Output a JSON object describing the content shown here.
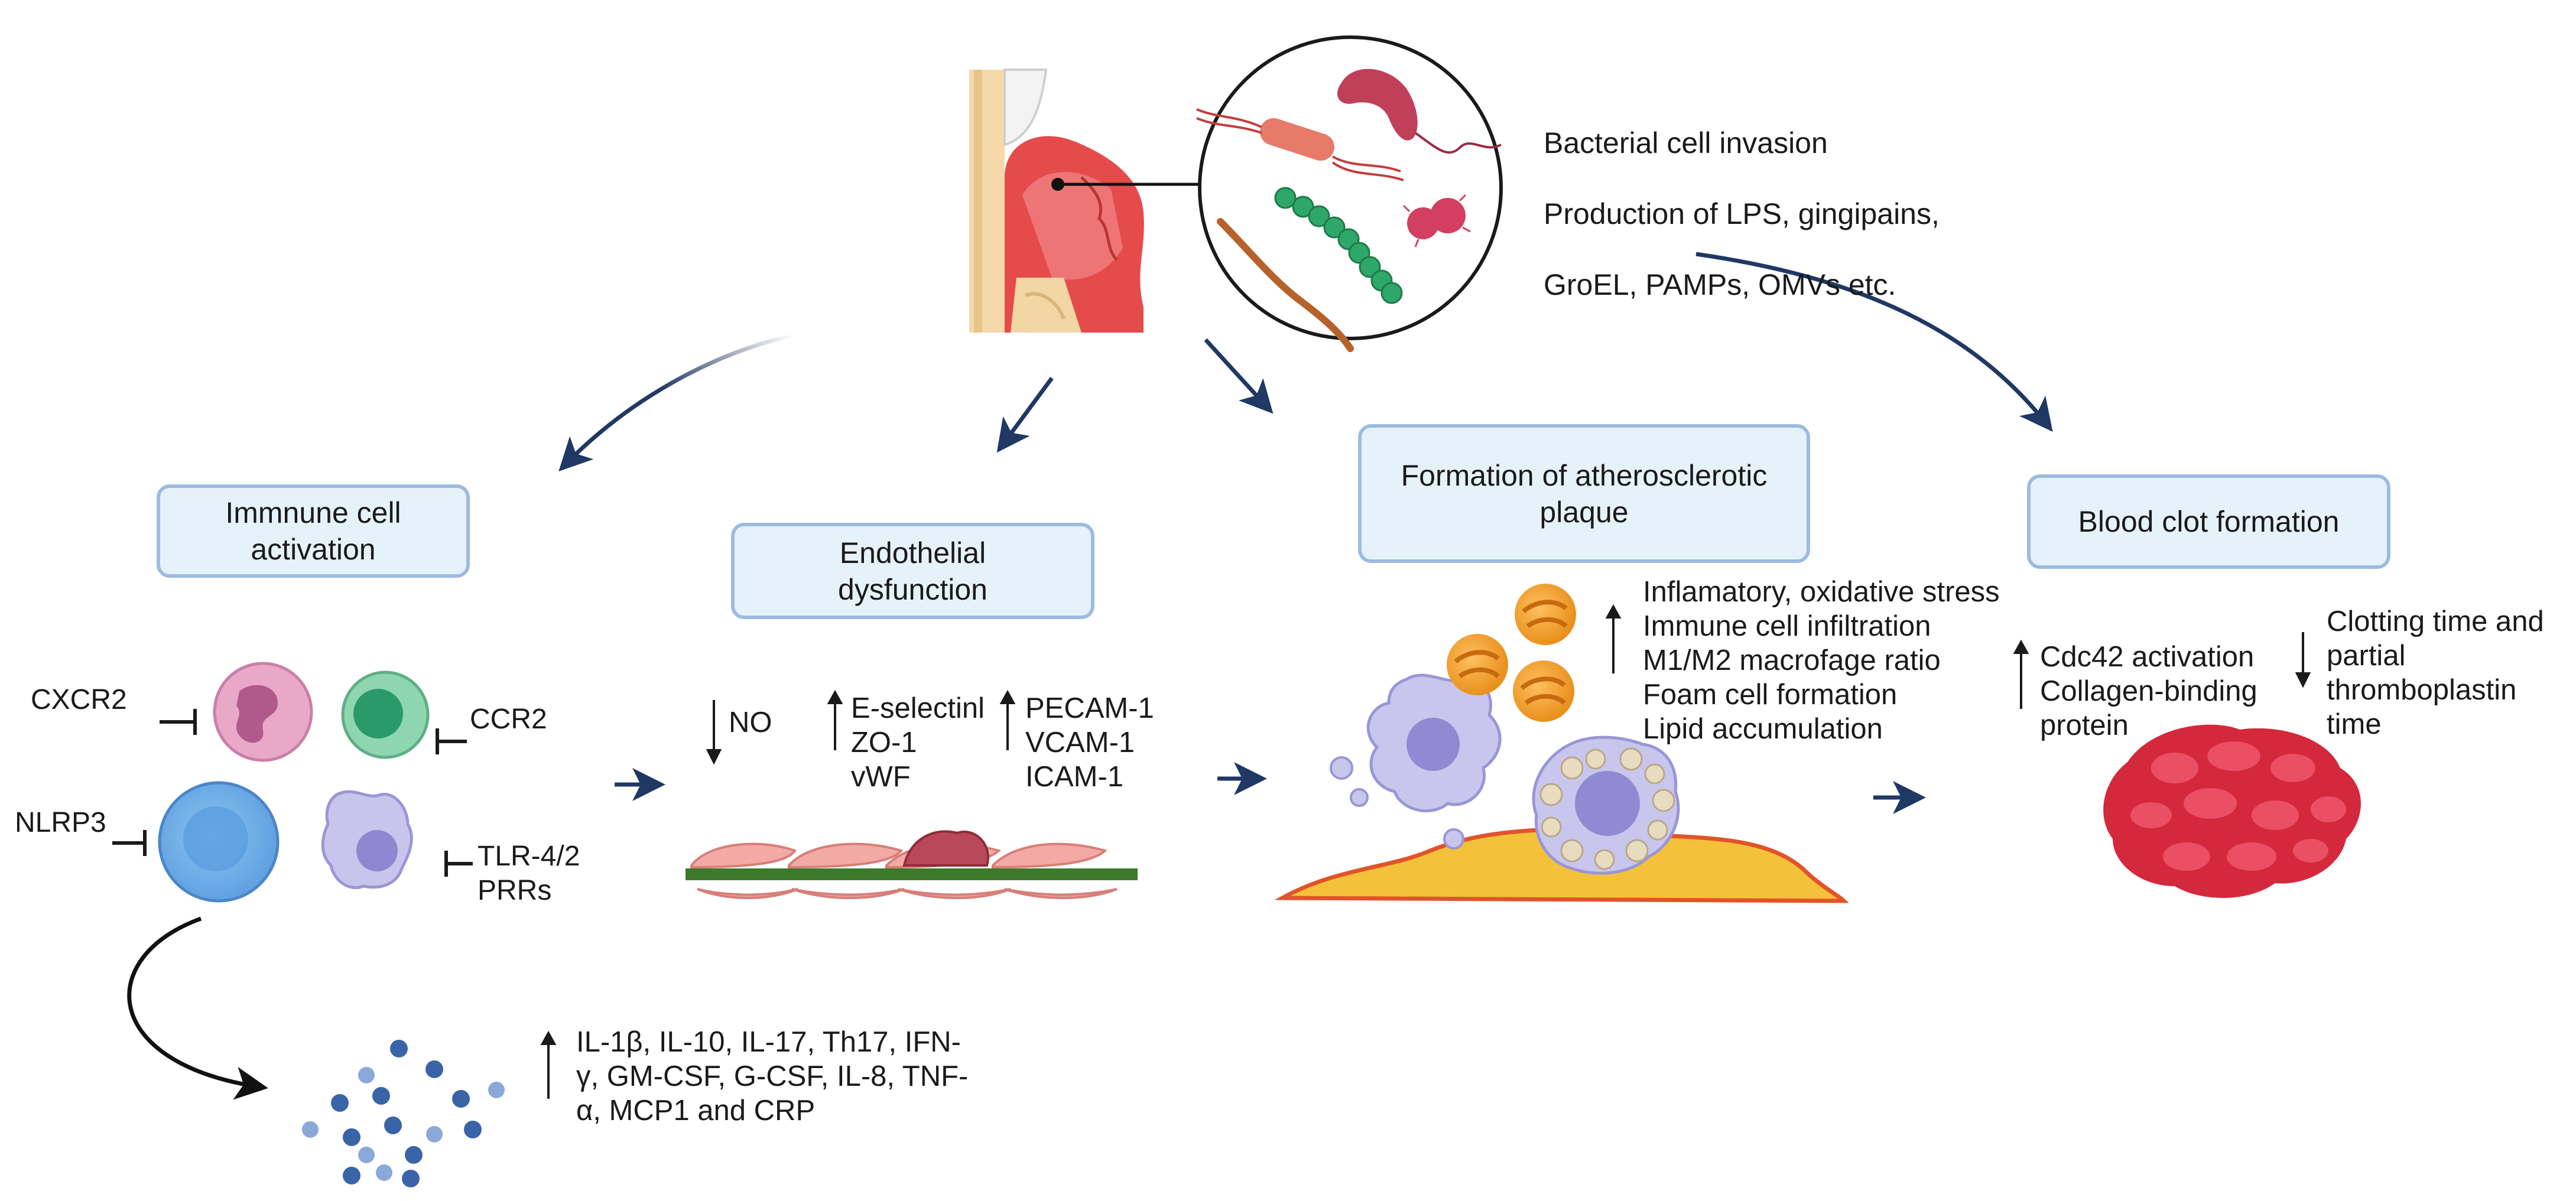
{
  "bacteria_text": {
    "line1": "Bacterial cell invasion",
    "line2": "Production of LPS, gingipains,",
    "line3": "GroEL, PAMPs, OMVs etc."
  },
  "boxes": {
    "immune": "Immnune cell activation",
    "endothelial": "Endothelial dysfunction",
    "plaque": "Formation of atherosclerotic plaque",
    "clot": "Blood clot formation"
  },
  "receptors": {
    "cxcr2": "CXCR2",
    "ccr2": "CCR2",
    "nlrp3": "NLRP3",
    "tlr": "TLR-4/2",
    "prrs": "PRRs"
  },
  "cytokines": "IL-1β, IL-10, IL-17, Th17, IFN-\nγ, GM-CSF, G-CSF, IL-8, TNF-\nα,  MCP1 and CRP",
  "endothelial_markers": {
    "no": "NO",
    "group1": "E-selectinl\nZO-1\nvWF",
    "group2": "PECAM-1\nVCAM-1\nICAM-1"
  },
  "plaque_effects": "Inflamatory, oxidative stress\nImmune cell infiltration\nM1/M2 macrofage ratio\nFoam cell formation\nLipid accumulation",
  "clot_effects": {
    "up": "Cdc42 activation\nCollagen-binding\nprotein",
    "down": "Clotting time and\npartial\nthromboplastin\ntime"
  },
  "colors": {
    "box_fill": "#e6f2fa",
    "box_border": "#9dbbe0",
    "arrow": "#1f3864",
    "gum": "#e64b4b",
    "clot": "#d4283c"
  }
}
